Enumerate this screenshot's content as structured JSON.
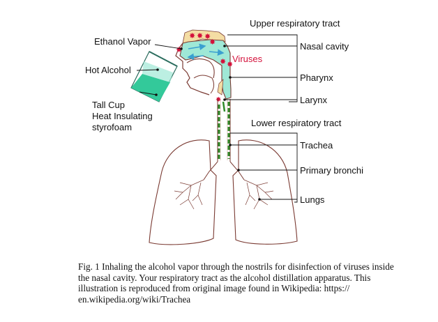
{
  "labels": {
    "ethanol_vapor": "Ethanol Vapor",
    "hot_alcohol": "Hot Alcohol",
    "cup_line1": "Tall Cup",
    "cup_line2": "Heat Insulating",
    "cup_line3": "styrofoam",
    "viruses": "Viruses",
    "upper_tract": "Upper respiratory tract",
    "nasal_cavity": "Nasal cavity",
    "pharynx": "Pharynx",
    "larynx": "Larynx",
    "lower_tract": "Lower respiratory tract",
    "trachea": "Trachea",
    "primary_bronchi": "Primary bronchi",
    "lungs": "Lungs"
  },
  "caption": {
    "line1": "Fig. 1  Inhaling the alcohol vapor through the nostrils for disinfection of viruses inside",
    "line2": "the nasal cavity. Your respiratory tract as the alcohol distillation apparatus. This",
    "line3": "illustration is reproduced from original image found in Wikipedia: https://",
    "line4": "en.wikipedia.org/wiki/Trachea"
  },
  "colors": {
    "airway_fill": "#9fe8d6",
    "liquid_fill": "#33c99a",
    "virus": "#d4103a",
    "dash": "#2f8a2a",
    "nose_tissue": "#f4dda4",
    "outline": "#7a3a32"
  }
}
